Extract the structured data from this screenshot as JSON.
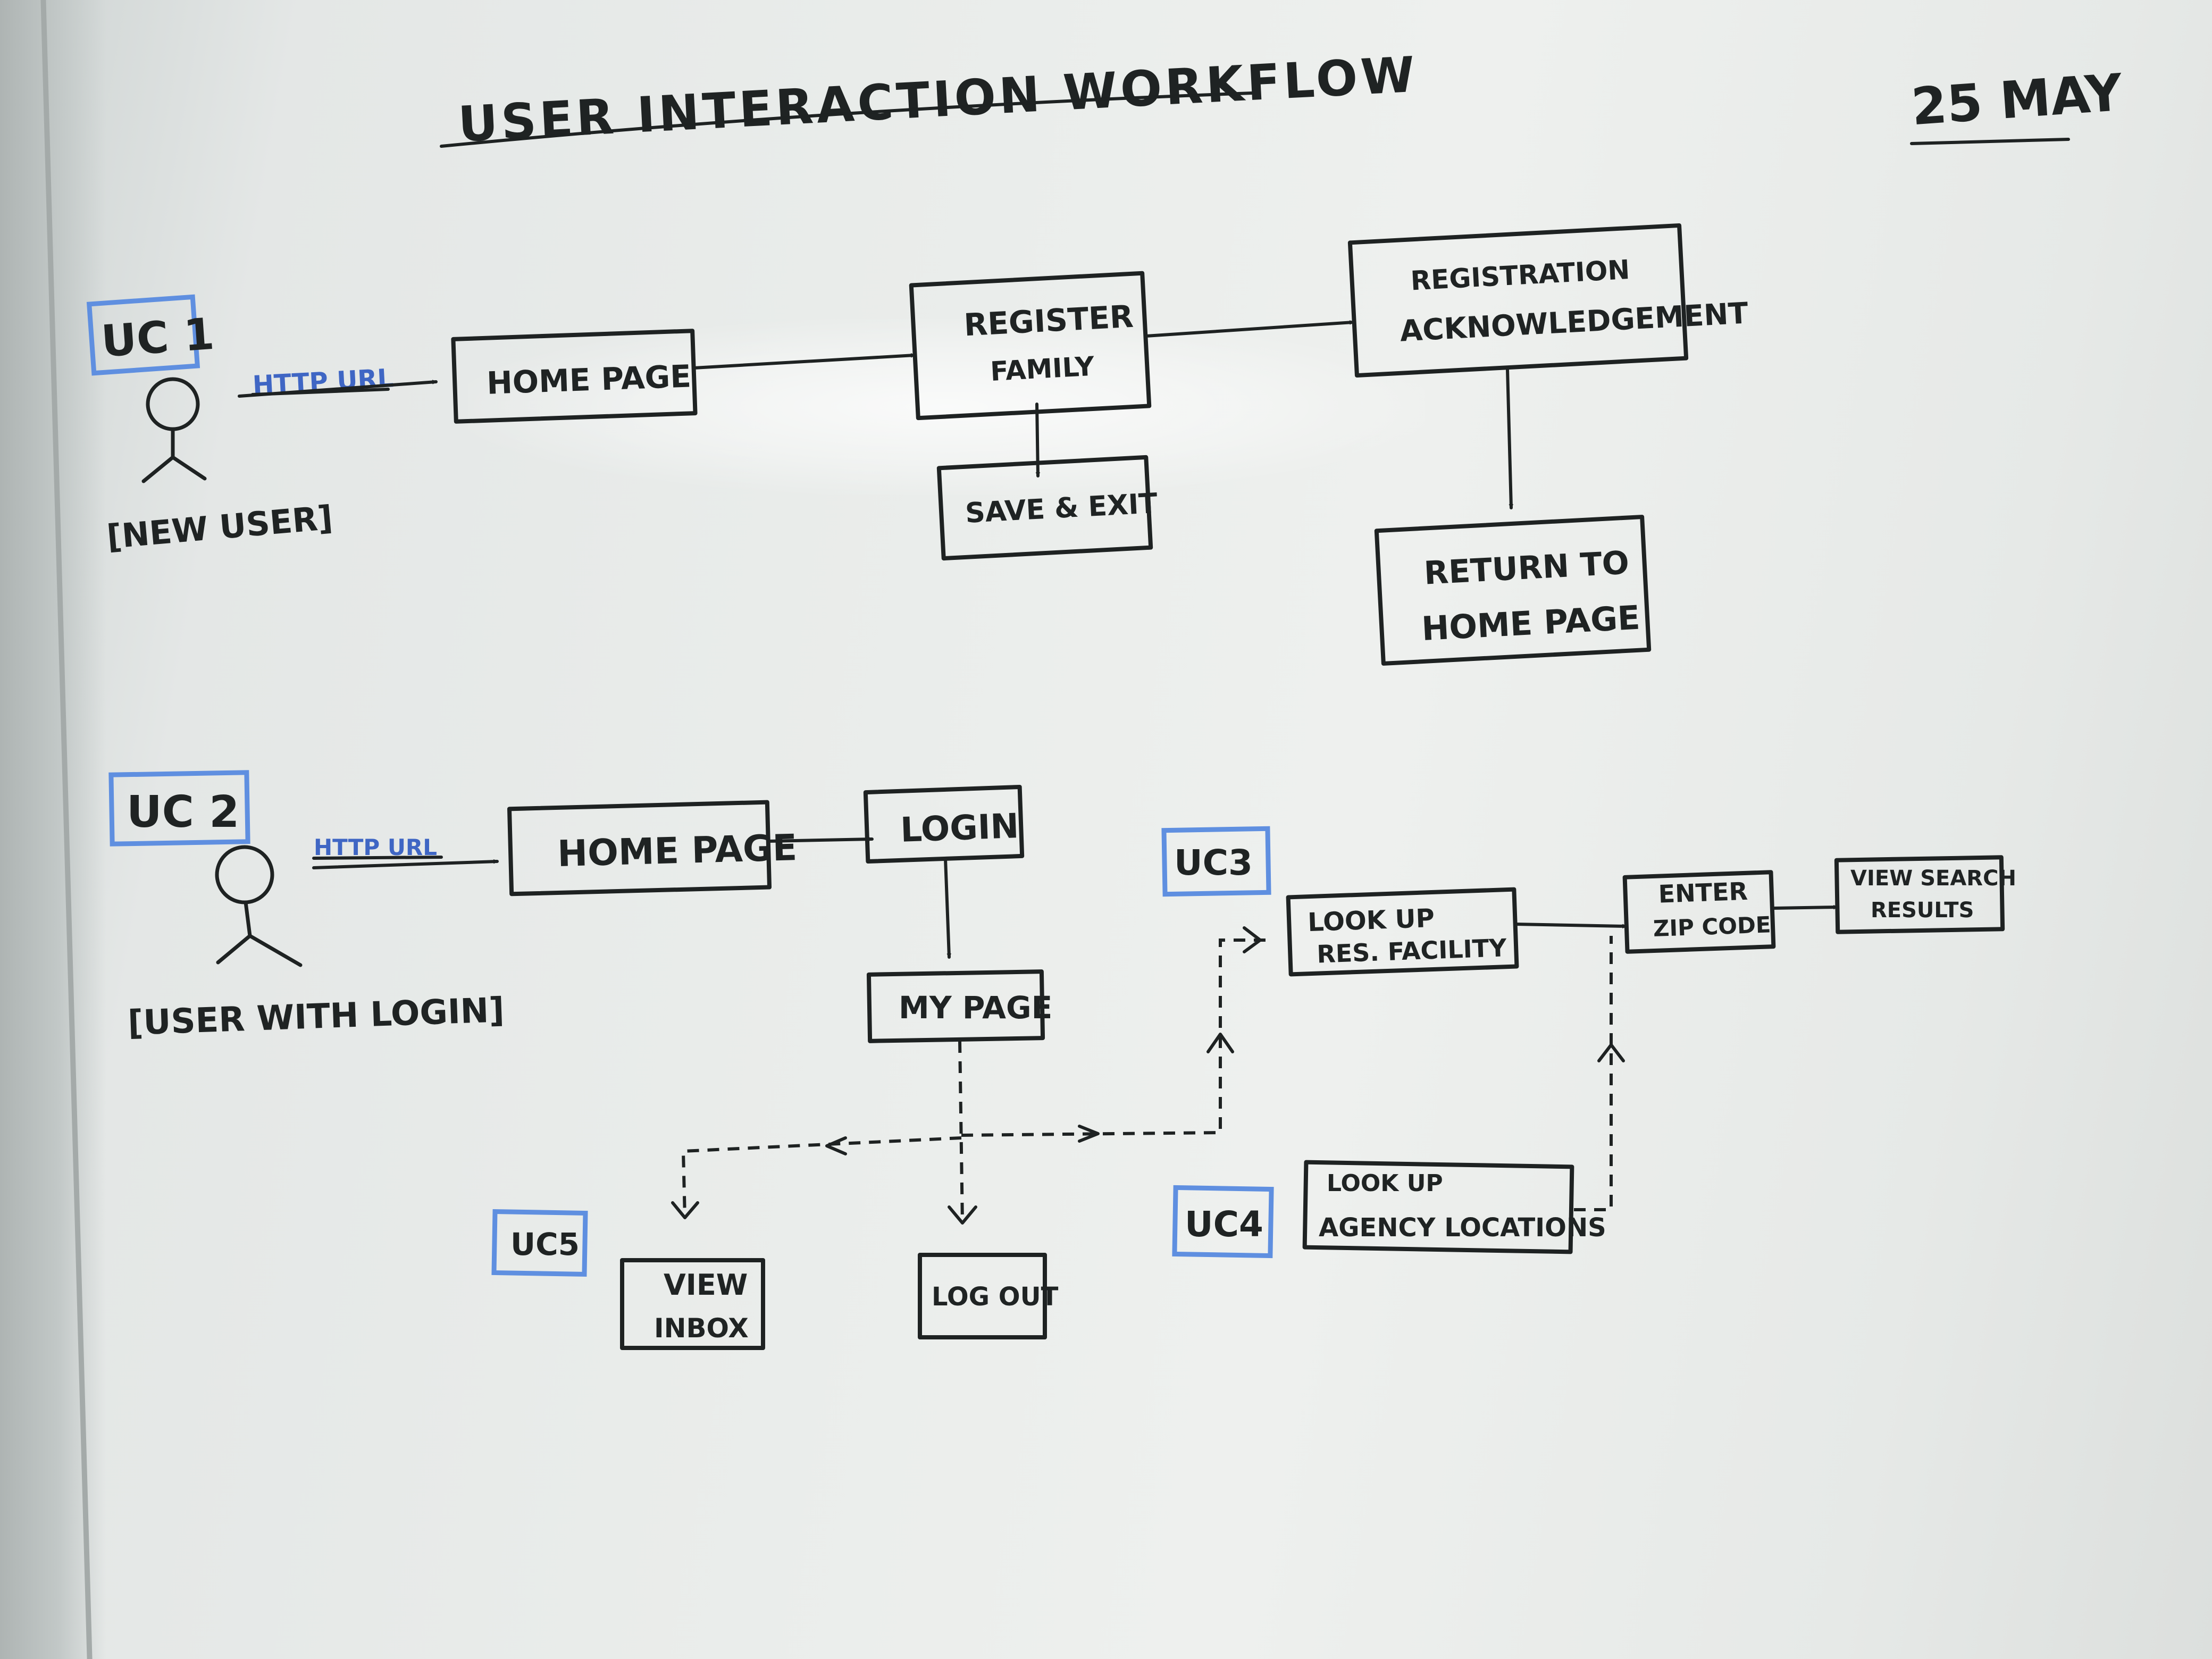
{
  "title": "USER INTERACTION WORKFLOW",
  "date": "25 MAY",
  "uc1": {
    "tag": "UC 1",
    "actor": "[NEW USER]",
    "link": "HTTP URL",
    "home": "HOME PAGE",
    "register": [
      "REGISTER",
      "FAMILY"
    ],
    "save_exit": "SAVE & EXIT",
    "reg_ack": [
      "REGISTRATION",
      "ACKNOWLEDGEMENT"
    ],
    "return_home": [
      "RETURN TO",
      "HOME PAGE"
    ]
  },
  "uc2": {
    "tag": "UC 2",
    "actor": "[USER WITH LOGIN]",
    "link": "HTTP URL",
    "home": "HOME PAGE",
    "login": "LOGIN",
    "my_page": "MY PAGE",
    "logout": "LOG OUT"
  },
  "uc3": {
    "tag": "UC3",
    "lookup": [
      "LOOK UP",
      "RES. FACILITY"
    ],
    "enter_zip": [
      "ENTER",
      "ZIP CODE"
    ],
    "view_results": [
      "VIEW SEARCH",
      "RESULTS"
    ]
  },
  "uc4": {
    "tag": "UC4",
    "agency": [
      "LOOK UP",
      "AGENCY LOCATIONS"
    ]
  },
  "uc5": {
    "tag": "UC5",
    "inbox": [
      "VIEW",
      "INBOX"
    ]
  }
}
